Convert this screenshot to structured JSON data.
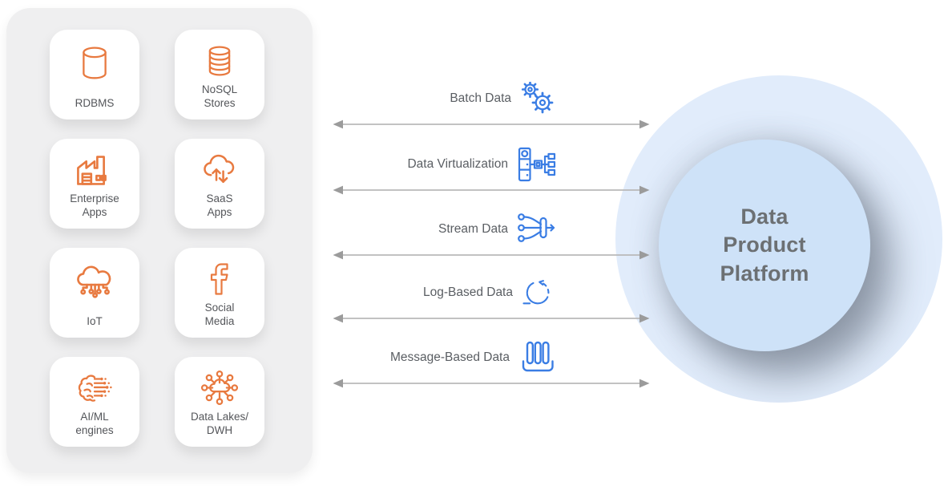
{
  "colors": {
    "orange": "#E87A40",
    "blue": "#3A7DE4",
    "arrow_line": "#B9B9B9",
    "arrow_head": "#9B9B9B",
    "panel_bg": "#EFEFF0",
    "outer_circle": "#E1ECFB",
    "inner_circle": "#CEE2F8",
    "platform_text": "#6C7073"
  },
  "sources_panel": {
    "cards": [
      {
        "label": "RDBMS",
        "icon": "database-icon"
      },
      {
        "label": "NoSQL\nStores",
        "icon": "nosql-stores-icon"
      },
      {
        "label": "Enterprise\nApps",
        "icon": "factory-icon"
      },
      {
        "label": "SaaS\nApps",
        "icon": "cloud-sync-icon"
      },
      {
        "label": "IoT",
        "icon": "iot-cloud-icon"
      },
      {
        "label": "Social\nMedia",
        "icon": "facebook-icon"
      },
      {
        "label": "AI/ML\nengines",
        "icon": "brain-circuit-icon"
      },
      {
        "label": "Data Lakes/\nDWH",
        "icon": "network-hub-icon"
      }
    ]
  },
  "flows": [
    {
      "label": "Batch Data",
      "icon": "gears-icon"
    },
    {
      "label": "Data Virtualization",
      "icon": "server-network-icon"
    },
    {
      "label": "Stream Data",
      "icon": "stream-merge-icon"
    },
    {
      "label": "Log-Based Data",
      "icon": "cycle-arrow-icon"
    },
    {
      "label": "Message-Based Data",
      "icon": "message-queue-icon"
    }
  ],
  "platform": {
    "title": "Data\nProduct\nPlatform"
  }
}
